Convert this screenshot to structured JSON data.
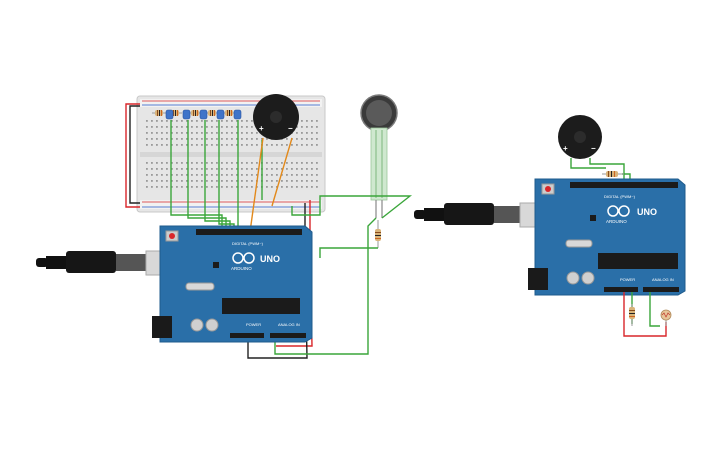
{
  "circuit_left": {
    "board": {
      "model": "UNO",
      "brand": "ARDUINO",
      "digital_header": "DIGITAL (PWM~)",
      "power_label": "POWER",
      "analog_label": "ANALOG IN"
    },
    "buzzer": {
      "plus": "+",
      "minus": "−"
    },
    "leds": {
      "count": 5,
      "color": "#3f74c9"
    },
    "components": [
      "breadboard",
      "piezo-buzzer",
      "5 leds",
      "5 resistors",
      "force-sensor",
      "pull-down-resistor",
      "usb-cable"
    ]
  },
  "circuit_right": {
    "board": {
      "model": "UNO",
      "brand": "ARDUINO",
      "digital_header": "DIGITAL (PWM~)",
      "power_label": "POWER",
      "analog_label": "ANALOG IN"
    },
    "buzzer": {
      "plus": "+",
      "minus": "−"
    },
    "components": [
      "piezo-buzzer",
      "resistor",
      "photoresistor",
      "resistor",
      "usb-cable"
    ]
  },
  "colors": {
    "board": "#2a6fa8",
    "board_edge": "#1f5b8c",
    "wire_green": "#3aa63a",
    "wire_orange": "#e2891b",
    "wire_red": "#d9262a",
    "wire_black": "#222222",
    "header": "#1b1b1b",
    "breadboard": "#e8e8e8"
  }
}
